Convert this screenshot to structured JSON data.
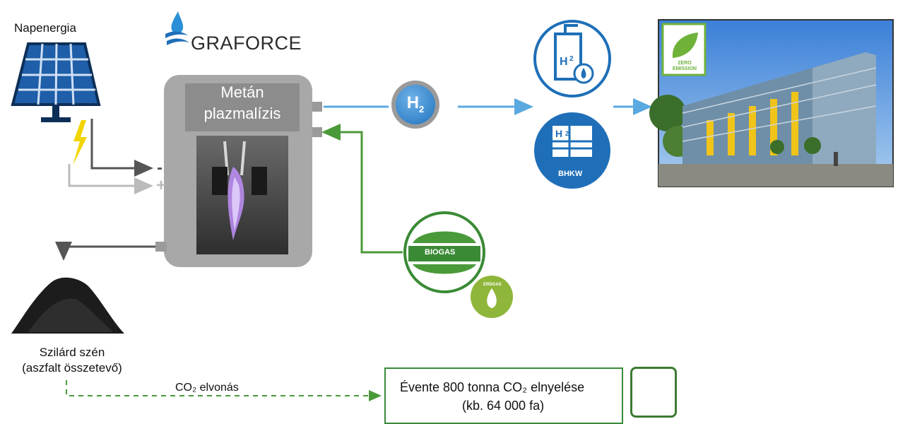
{
  "labels": {
    "solar": "Napenergia",
    "brand": "GRAFORCE",
    "reactor_title_line1": "Metán",
    "reactor_title_line2": "plazmalízis",
    "h2": "H",
    "h2_sub": "2",
    "minus": "-",
    "plus": "+",
    "biogas": "BIOGAS",
    "erdgas": "ERDGAS",
    "bhkw": "BHKW",
    "zero_emission_line1": "ZERO",
    "zero_emission_line2": "EMISSION",
    "carbon_line1": "Szilárd szén",
    "carbon_line2": "(aszfalt összetevő)",
    "co2_removal": "CO₂ elvonás",
    "absorption_line1": "Évente 800 tonna CO₂ elnyelése",
    "absorption_line2": "(kb. 64 000 fa)"
  },
  "colors": {
    "h2_line": "#5aa9e0",
    "biogas_line": "#4a9a3a",
    "co2_dashed": "#4a9a3a",
    "reactor": "#a6a6a6",
    "icon_blue": "#1e6fb8"
  }
}
